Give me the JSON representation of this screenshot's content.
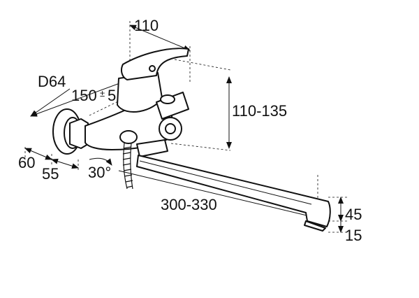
{
  "diagram": {
    "dimensions": {
      "width_top": "110",
      "diameter": "D64",
      "distance": "150",
      "tolerance_sign": "±",
      "tolerance": "5",
      "height_range": "110-135",
      "depth_a": "60",
      "depth_b": "55",
      "angle": "30°",
      "spout_length": "300-330",
      "spout_height": "45",
      "spout_tip": "15"
    }
  }
}
